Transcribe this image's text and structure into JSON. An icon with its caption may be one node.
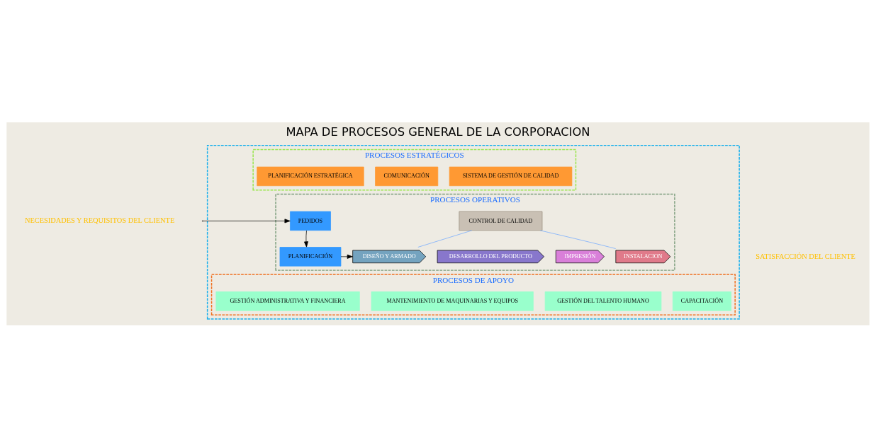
{
  "diagram": {
    "title": "MAPA DE PROCESOS GENERAL DE LA CORPORACION",
    "nodes": [
      {
        "text": [],
        "shape": "box"
      },
      {
        "text": [
          "PROCESOS ESTRATÉGICOS"
        ],
        "in": 0
      },
      {
        "text": [
          "PLANIFICACIÓN ESTRATÉGICA"
        ],
        "in": 1
      },
      {
        "text": [
          "COMUNICACIÓN"
        ],
        "in": 1
      },
      {
        "text": [
          "SISTEMA DE GESTIÓN DE CALIDAD"
        ],
        "in": 1
      },
      {
        "text": [
          "PROCESOS OPERATIVOS"
        ],
        "in": 0
      },
      {
        "text": [
          "PEDIDOS"
        ],
        "in": 5
      },
      {
        "text": [
          "CONTROL DE CALIDAD"
        ],
        "in": 5
      },
      {
        "text": [
          "PLANIFICACIÓN"
        ],
        "in": 5
      },
      {
        "text": [
          "DISEÑO Y ARMADO"
        ],
        "in": 5
      },
      {
        "text": [
          "DESARROLLO DEL PRODUCTO"
        ],
        "in": 5
      },
      {
        "text": [
          "IMPRESIÓN"
        ],
        "in": 5
      },
      {
        "text": [
          "INSTALACION"
        ],
        "in": 5
      },
      {
        "text": [
          "PROCESOS DE APOYO"
        ],
        "in": 0
      },
      {
        "text": [
          "GESTIÓN ADMINISTRATIVA Y FINANCIERA"
        ],
        "in": 13
      },
      {
        "text": [
          "MANTENIMIENTO DE MAQUINARIAS Y EQUIPOS"
        ],
        "in": 13
      },
      {
        "text": [
          "GESTIÓN DEL TALENTO HUMANO"
        ],
        "in": 13
      },
      {
        "text": [
          "CAPACITACIÓN"
        ],
        "in": 13
      }
    ],
    "edges": [
      {
        "from": 0,
        "to": 6,
        "arrow": "to"
      },
      {
        "from": 6,
        "to": 8,
        "arrow": "to"
      },
      {
        "from": 8,
        "to": 9,
        "arrow": "to"
      },
      {
        "from": 7,
        "to": 9,
        "arrow": "none",
        "color": "#6fa8ff"
      },
      {
        "from": 7,
        "to": 12,
        "arrow": "none",
        "color": "#6fa8ff"
      }
    ],
    "labels": [
      "NECESIDADES Y REQUISITOS DEL CLIENTE",
      "SATISFACCIÓN DEL CLIENTE"
    ]
  }
}
